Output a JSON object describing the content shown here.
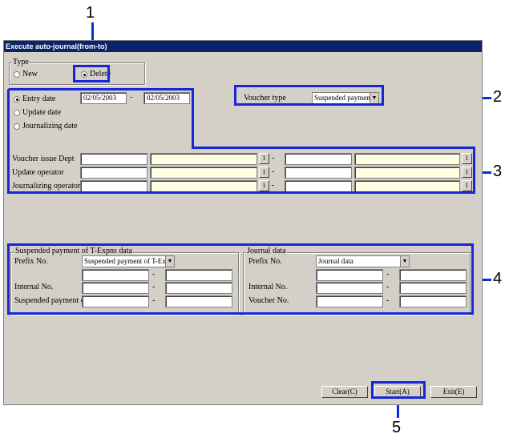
{
  "window": {
    "title": "Execute auto-journal(from-to)"
  },
  "callouts": [
    "1",
    "2",
    "3",
    "4",
    "5"
  ],
  "type_group": {
    "label": "Type",
    "options": [
      {
        "label": "New",
        "selected": false
      },
      {
        "label": "Delete",
        "selected": true
      }
    ]
  },
  "date_options": [
    {
      "label": "Entry date",
      "selected": true
    },
    {
      "label": "Update date",
      "selected": false
    },
    {
      "label": "Journalizing date",
      "selected": false
    }
  ],
  "date_from": "02/05/2003",
  "date_to": "02/05/2003",
  "range_sep": "-",
  "voucher_type": {
    "label": "Voucher type",
    "value": "Suspended payment"
  },
  "range_rows": [
    {
      "label": "Voucher issue Dept"
    },
    {
      "label": "Update operator"
    },
    {
      "label": "Journalizing operator"
    }
  ],
  "lookup_button_label": "1",
  "suspended_group": {
    "label": "Suspended payment of T-Expns data",
    "prefix_label": "Prefix No.",
    "prefix_value": "Suspended payment of T-Exp",
    "internal_label": "Internal No.",
    "third_label": "Suspended payment of"
  },
  "journal_group": {
    "label": "Journal data",
    "prefix_label": "Prefix No.",
    "prefix_value": "Journal data",
    "internal_label": "Internal No.",
    "third_label": "Voucher No."
  },
  "buttons": {
    "clear": "Clear(C)",
    "start": "Start(A)",
    "exit": "Exit(E)"
  },
  "colors": {
    "highlight": "#1626d8",
    "titlebar": "#0a246a",
    "window_bg": "#d4d0c8",
    "yellow_field": "#ffffe1"
  }
}
